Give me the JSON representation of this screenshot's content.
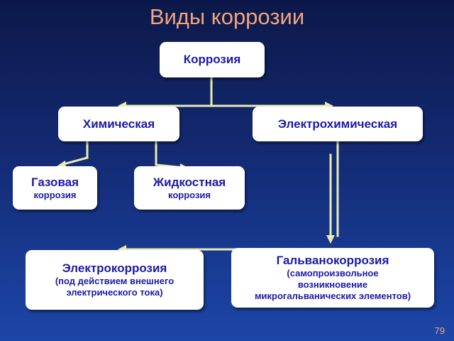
{
  "title": "Виды коррозии",
  "nodes": {
    "root": {
      "label": "Коррозия"
    },
    "chemical": {
      "label": "Химическая"
    },
    "electrochemical": {
      "label": "Электрохимическая"
    },
    "gas": {
      "label": "Газовая",
      "sub": "коррозия"
    },
    "liquid": {
      "label": "Жидкостная",
      "sub": "коррозия"
    },
    "electrocorrosion": {
      "label": "Электрокоррозия",
      "sub_lines": [
        "(под действием внешнего",
        "электрического тока)"
      ]
    },
    "galvanic": {
      "label": "Гальванокоррозия",
      "sub_lines": [
        "(самопроизвольное",
        "возникновение",
        "микрогальванических элементов)"
      ]
    }
  },
  "page_number": "79",
  "colors": {
    "title": "#f2a57d",
    "node_text": "#1a1aa6",
    "connector": "#e8ecb0",
    "background_top": "#0c1848",
    "background_bottom": "#1c46a8"
  }
}
